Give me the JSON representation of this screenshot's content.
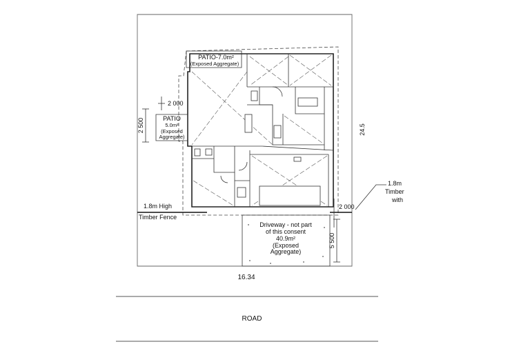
{
  "labels": {
    "patio_top": "PATIO-7.0m²",
    "patio_top_material": "(Exposed Aggregate)",
    "dim_2000_left": "2 000",
    "dim_2500_left": "2 500",
    "patio_left": "PATIO",
    "patio_left_area": "5.0m²",
    "patio_left_material_1": "(Exposed",
    "patio_left_material_2": "Aggregate)",
    "fence_left_1": "1.8m High",
    "fence_left_2": "Timber Fence",
    "depth": "24.5",
    "fence_right_1": "1.8m",
    "fence_right_2": "Timber",
    "fence_right_3": "with",
    "dim_2000_right": "2 000",
    "dim_5500": "5 500",
    "driveway_1": "Driveway - not part",
    "driveway_2": "of this consent",
    "driveway_area": "40.9m²",
    "driveway_material_1": "(Exposed",
    "driveway_material_2": "Aggregate)",
    "width": "16.34",
    "road": "ROAD"
  }
}
